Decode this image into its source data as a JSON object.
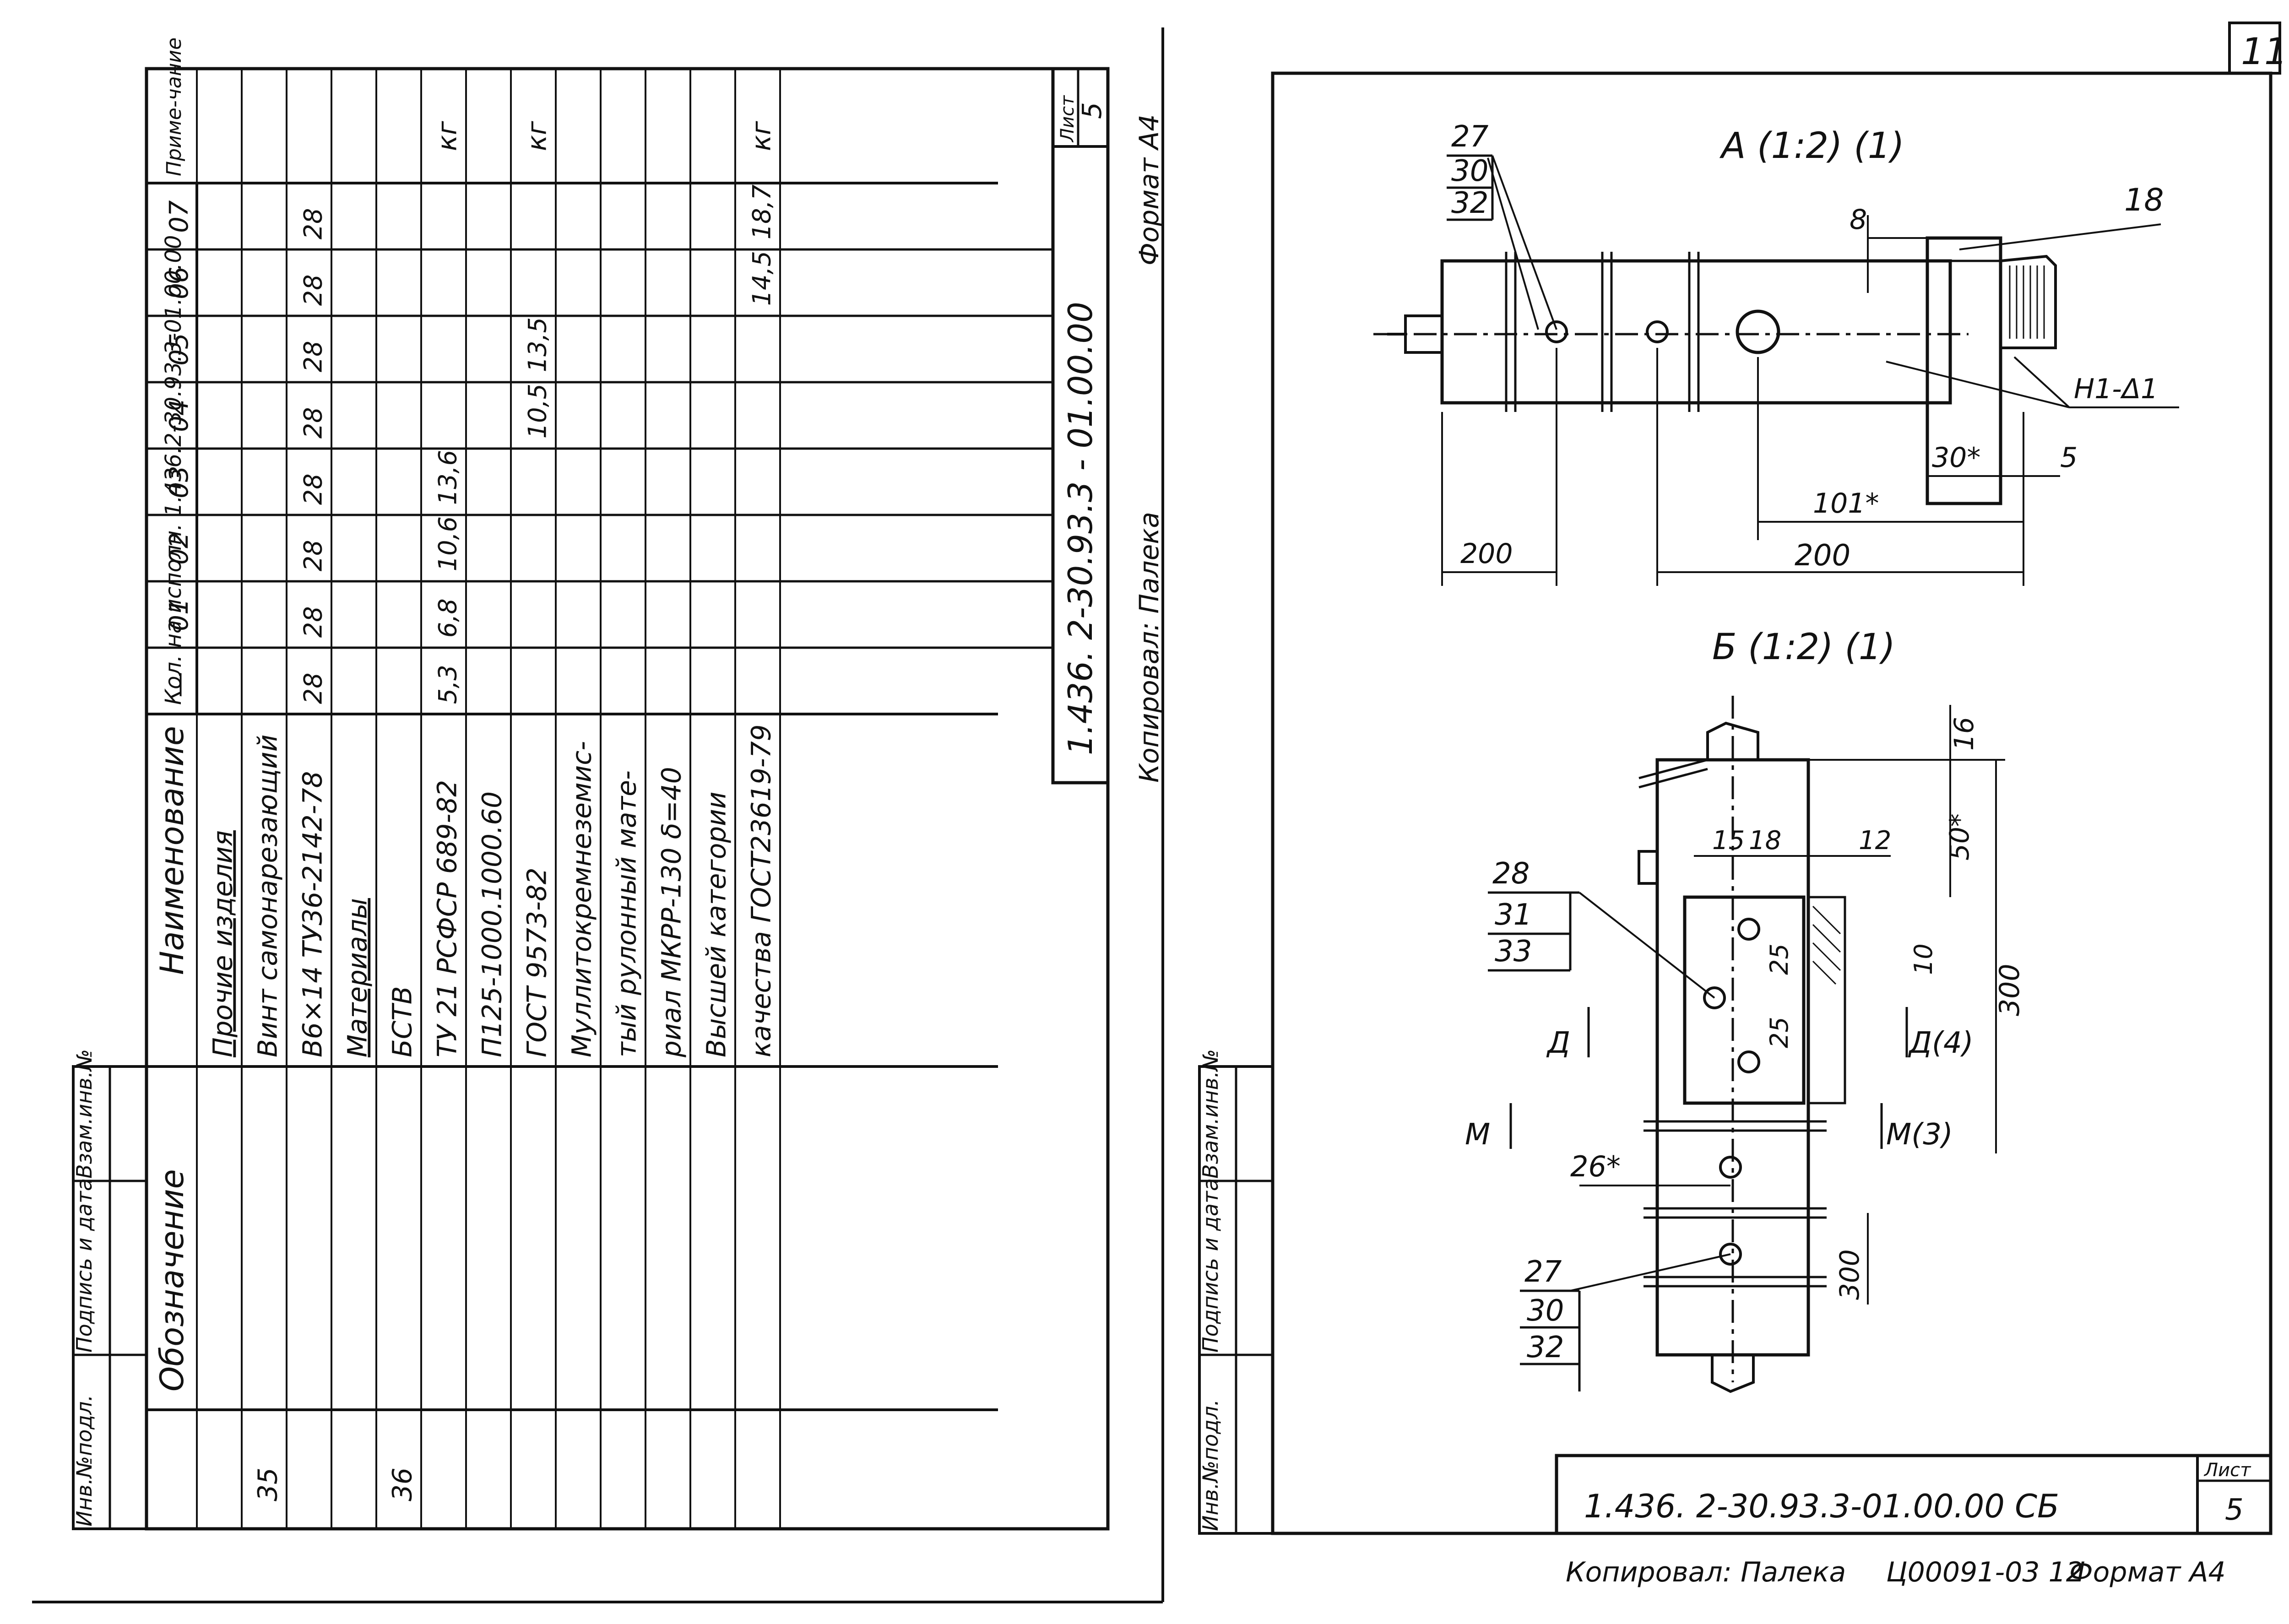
{
  "sheet_number": "11",
  "left": {
    "doc_code": "1.436. 2-30.93.3 - 01.00.00",
    "sheet_label": "Лист",
    "sheet_no": "5",
    "copied_by": "Копировал: Палека",
    "format": "Формат А4",
    "stamp_labels": [
      "Инв.№подл.",
      "Подпись и дата",
      "Взам.инв.№"
    ],
    "header": {
      "designation": "Обозначение",
      "name": "Наименование",
      "qty_title": "Кол. на исполн. 1.436.2-30.93.3-01.00.00",
      "note": "Приме-чание",
      "variants": [
        "—",
        "01",
        "02",
        "03",
        "04",
        "05",
        "06",
        "07"
      ]
    },
    "rows": [
      {
        "pos": "",
        "name": "Прочие изделия",
        "underline": true,
        "qty": [
          "",
          "",
          "",
          "",
          "",
          "",
          "",
          ""
        ],
        "note": ""
      },
      {
        "pos": "35",
        "name": "Винт самонарезающий",
        "qty": [
          "",
          "",
          "",
          "",
          "",
          "",
          "",
          ""
        ],
        "note": ""
      },
      {
        "pos": "",
        "name": "В6×14 ТУ36-2142-78",
        "qty": [
          "28",
          "28",
          "28",
          "28",
          "28",
          "28",
          "28",
          "28"
        ],
        "note": ""
      },
      {
        "pos": "",
        "name": "Материалы",
        "underline": true,
        "qty": [
          "",
          "",
          "",
          "",
          "",
          "",
          "",
          ""
        ],
        "note": ""
      },
      {
        "pos": "36",
        "name": "БСТВ",
        "qty": [
          "",
          "",
          "",
          "",
          "",
          "",
          "",
          ""
        ],
        "note": ""
      },
      {
        "pos": "",
        "name": "ТУ 21 РСФСР 689-82",
        "qty": [
          "5,3",
          "6,8",
          "10,6",
          "13,6",
          "",
          "",
          "",
          ""
        ],
        "note": "кг"
      },
      {
        "pos": "",
        "name": "П125-1000.1000.60",
        "qty": [
          "",
          "",
          "",
          "",
          "",
          "",
          "",
          ""
        ],
        "note": ""
      },
      {
        "pos": "",
        "name": "ГОСТ 9573-82",
        "qty": [
          "",
          "",
          "",
          "",
          "10,5",
          "13,5",
          "",
          ""
        ],
        "note": "кг"
      },
      {
        "pos": "",
        "name": "Муллитокремнеземис-",
        "qty": [
          "",
          "",
          "",
          "",
          "",
          "",
          "",
          ""
        ],
        "note": ""
      },
      {
        "pos": "",
        "name": "тый рулонный мате-",
        "qty": [
          "",
          "",
          "",
          "",
          "",
          "",
          "",
          ""
        ],
        "note": ""
      },
      {
        "pos": "",
        "name": "риал МКРР-130 δ=40",
        "qty": [
          "",
          "",
          "",
          "",
          "",
          "",
          "",
          ""
        ],
        "note": ""
      },
      {
        "pos": "",
        "name": "Высшей категории",
        "qty": [
          "",
          "",
          "",
          "",
          "",
          "",
          "",
          ""
        ],
        "note": ""
      },
      {
        "pos": "",
        "name": "качества ГОСТ23619-79",
        "qty": [
          "",
          "",
          "",
          "",
          "",
          "",
          "14,5",
          "18,7"
        ],
        "note": "кг"
      }
    ]
  },
  "right": {
    "stamp_labels": [
      "Инв.№подл.",
      "Подпись и дата",
      "Взам.инв.№"
    ],
    "title_block": {
      "doc_code": "1.436. 2-30.93.3-01.00.00 СБ",
      "sheet_label": "Лист",
      "sheet_no": "5"
    },
    "footer": {
      "copied_by": "Копировал: Палека",
      "stamp": "Ц00091-03 12",
      "format": "Формат А4"
    },
    "view_a": {
      "title": "А (1:2) (1)",
      "callout_stack": [
        "27",
        "30",
        "32"
      ],
      "leader_18": "18",
      "dim_8": "8",
      "weld": "Н1-Δ1",
      "dim_30": "30*",
      "dim_5": "5",
      "dim_101": "101*",
      "dim_200_left": "200",
      "dim_200_right": "200"
    },
    "view_b": {
      "title": "Б (1:2) (1)",
      "leader_28": "28",
      "stack_31": [
        "31",
        "33"
      ],
      "dim_16": "16",
      "dim_50": "50*",
      "dim_15": "15",
      "dim_18": "18",
      "dim_12": "12",
      "dim_25a": "25",
      "dim_25b": "25",
      "dim_10": "10",
      "dim_300": "300",
      "section_d": "Д",
      "section_d4": "Д(4)",
      "section_m": "М",
      "section_m3": "М(3)",
      "dim_26": "26*",
      "leader_27": "27",
      "stack_30": [
        "30",
        "32"
      ],
      "dim_300b": "300"
    }
  }
}
